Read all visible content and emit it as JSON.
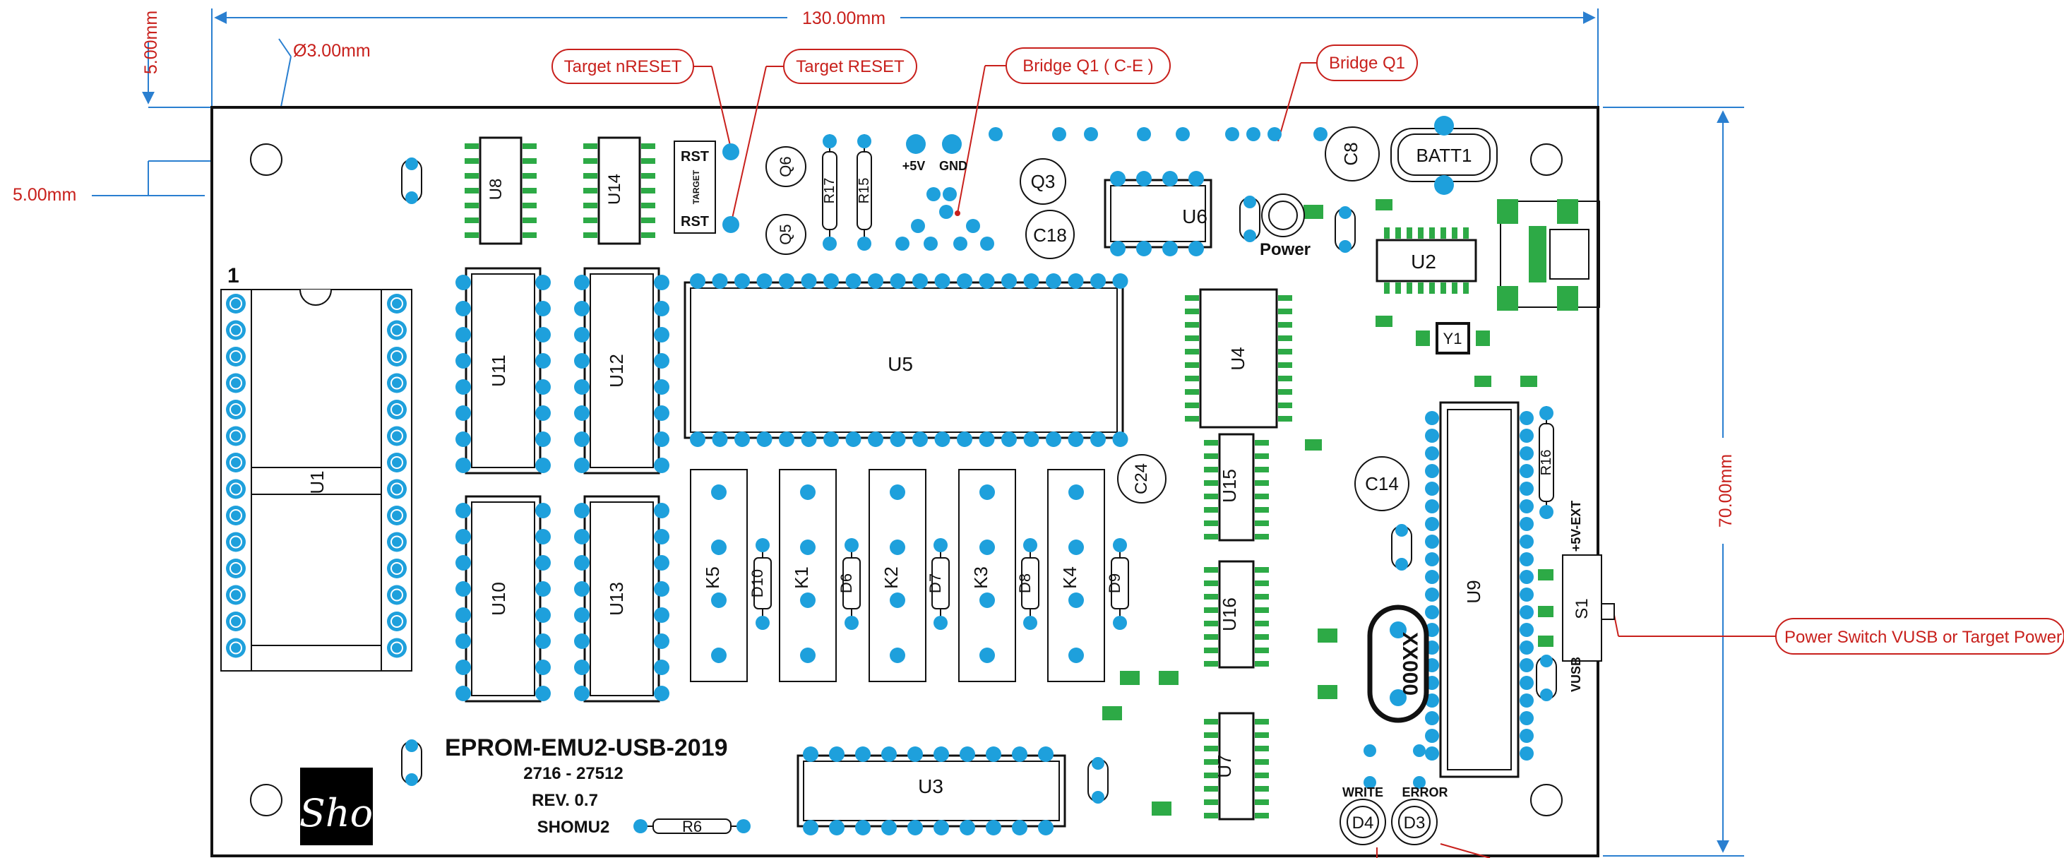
{
  "colors": {
    "pad": "#1ea0dc",
    "smd": "#2daa46",
    "dimension": "#2a7fd0",
    "callout": "#c8201c",
    "silk": "#111111",
    "board": "#ffffff"
  },
  "dimensions": {
    "width_label": "130.00mm",
    "height_label": "70.00mm",
    "top_offset_label": "5.00mm",
    "left_offset_label": "5.00mm",
    "hole_label": "Ø3.00mm"
  },
  "callouts": {
    "target_nreset": "Target nRESET",
    "target_reset": "Target RESET",
    "bridge_q1_ce": "Bridge Q1 ( C-E )",
    "bridge_q1": "Bridge Q1",
    "power_switch": "Power Switch  VUSB or Target Power"
  },
  "silkscreen": {
    "title": "EPROM-EMU2-USB-2019",
    "range": "2716 - 27512",
    "revision": "REV. 0.7",
    "author": "SHOMU2",
    "logo": "Sho",
    "pin1": "1",
    "rst_top": "RST",
    "rst_bottom": "RST",
    "target": "TARGET",
    "plus5v": "+5V",
    "gnd": "GND",
    "power": "Power",
    "write": "WRITE",
    "error": "ERROR",
    "plus5v_ext": "+5V-EXT",
    "vusb": "VUSB"
  },
  "components": {
    "U1": "U1",
    "U2": "U2",
    "U3": "U3",
    "U4": "U4",
    "U5": "U5",
    "U6": "U6",
    "U7": "U7",
    "U8": "U8",
    "U9": "U9",
    "U10": "U10",
    "U11": "U11",
    "U12": "U12",
    "U13": "U13",
    "U14": "U14",
    "U15": "U15",
    "U16": "U16",
    "K1": "K1",
    "K2": "K2",
    "K3": "K3",
    "K4": "K4",
    "K5": "K5",
    "D3": "D3",
    "D4": "D4",
    "D6": "D6",
    "D7": "D7",
    "D8": "D8",
    "D9": "D9",
    "D10": "D10",
    "Q3": "Q3",
    "Q5": "Q5",
    "Q6": "Q6",
    "C8": "C8",
    "C14": "C14",
    "C18": "C18",
    "C24": "C24",
    "R6": "R6",
    "R15": "R15",
    "R16": "R16",
    "R17": "R17",
    "S1": "S1",
    "BATT1": "BATT1",
    "Y1": "Y1",
    "XTAL": "XX000"
  }
}
